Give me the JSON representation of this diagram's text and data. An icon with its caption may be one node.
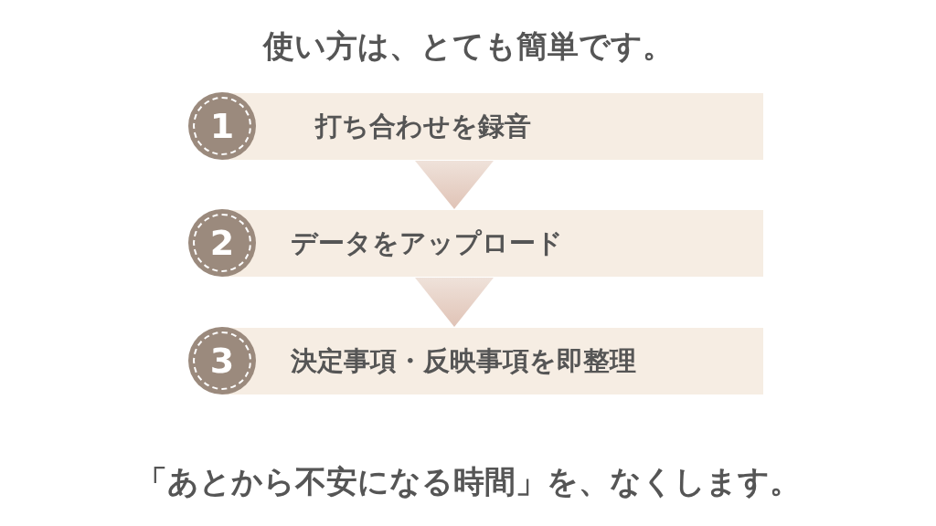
{
  "diagram": {
    "title": "使い方は、とても簡単です。",
    "nodes": [
      {
        "text": [
          "1"
        ]
      },
      {
        "text": [
          "打ち合わせを録音"
        ]
      },
      {
        "text": [
          "2"
        ]
      },
      {
        "text": [
          "データをアップロード"
        ]
      },
      {
        "text": [
          "3"
        ]
      },
      {
        "text": [
          "決定事項・反映事項を即整理"
        ]
      }
    ],
    "edges": [
      {
        "from": 1,
        "to": 3,
        "arrow": "to"
      },
      {
        "from": 3,
        "to": 5,
        "arrow": "to"
      }
    ],
    "labels": [
      "「あとから不安になる時間」を、なくします。"
    ]
  }
}
